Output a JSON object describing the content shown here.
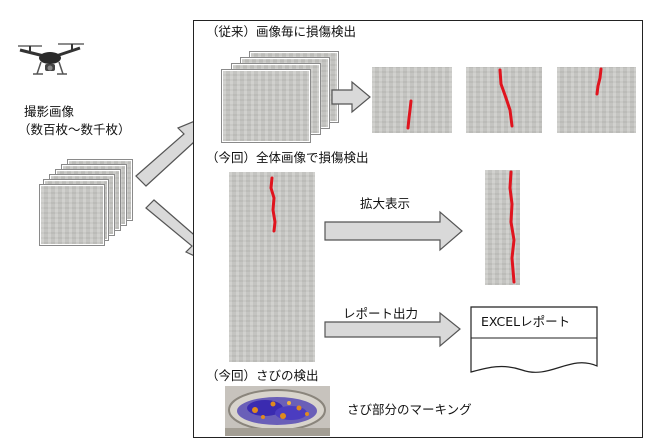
{
  "drone": {
    "label_line1": "撮影画像",
    "label_line2": "（数百枚～数千枚）"
  },
  "conventional": {
    "title": "（従来）画像毎に損傷検出"
  },
  "current_whole": {
    "title": "（今回）全体画像で損傷検出",
    "zoom_label": "拡大表示",
    "report_label": "レポート出力",
    "report_doc_title": "EXCELレポート"
  },
  "current_rust": {
    "title": "（今回）さびの検出",
    "marking_label": "さび部分のマーキング"
  },
  "colors": {
    "crack": "#e0141e",
    "arrow_fill": "#d9d9d9",
    "arrow_stroke": "#555555",
    "rust_blue": "#3a2bb0",
    "rust_orange": "#e08a1e"
  }
}
